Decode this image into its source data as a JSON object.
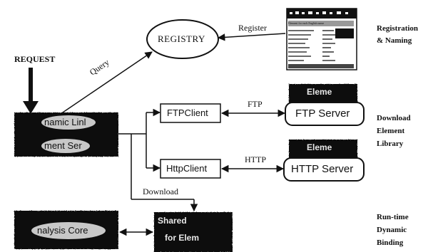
{
  "nodes": {
    "registry": "REGISTRY",
    "request": "REQUEST",
    "dynamic_linker_line1": "namic Linl",
    "dynamic_linker_line2": "ment Ser",
    "ftp_client": "FTPClient",
    "ftp_server": "FTP Server",
    "http_client": "HttpClient",
    "http_server": "HTTP Server",
    "element_tab_ftp": "Eleme",
    "element_tab_http": "Eleme",
    "analysis_core": "nalysis Core",
    "shared_line1": "Shared",
    "shared_line2": "for Elem"
  },
  "edges": {
    "register": "Register",
    "query": "Query",
    "ftp": "FTP",
    "http": "HTTP",
    "download": "Download"
  },
  "side_labels": {
    "registration": [
      "Registration",
      "& Naming"
    ],
    "download_library": [
      "Download",
      "Element",
      "Library"
    ],
    "runtime_binding": [
      "Run-time",
      "Dynamic",
      "Binding"
    ]
  },
  "screenshot_title": "Element for each English name",
  "colors": {
    "ink": "#111111",
    "dark_box": "#0a0a0a",
    "light_text": "#e8e8e8"
  }
}
